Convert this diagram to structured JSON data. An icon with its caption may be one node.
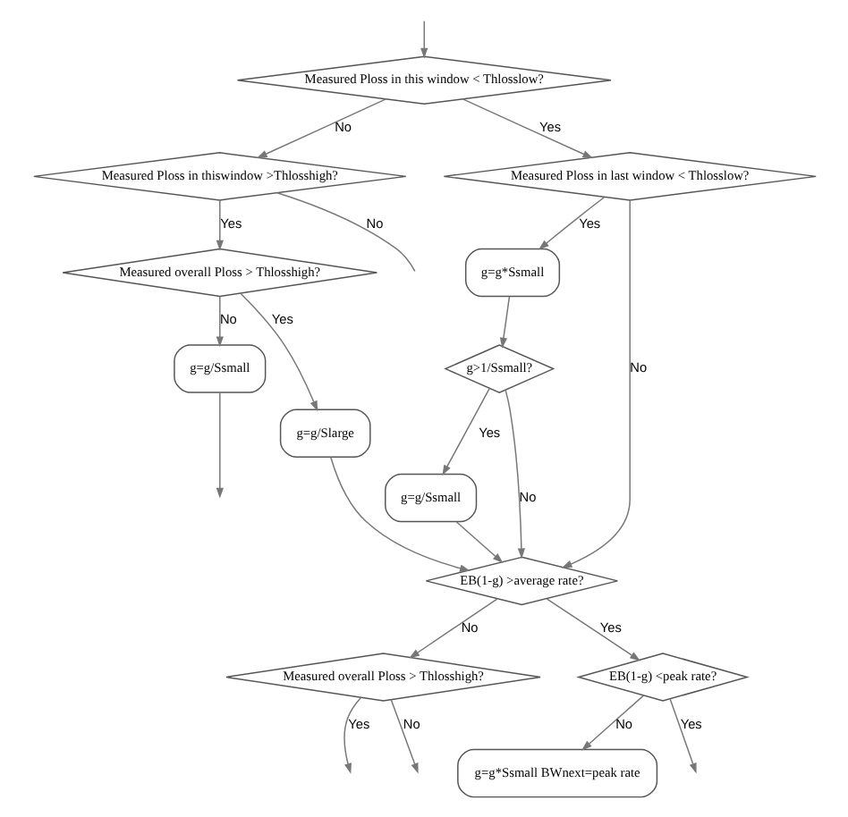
{
  "diagram": {
    "nodes": [
      {
        "text": [
          "Measured Ploss in this window < Thlosslow?"
        ]
      },
      {
        "text": [
          "Measured Ploss in thiswindow >Thlosshigh?"
        ]
      },
      {
        "text": [
          "Measured Ploss in last window < Thlosslow?"
        ]
      },
      {
        "text": [
          "Measured overall Ploss > Thlosshigh?"
        ]
      },
      {
        "text": [
          "g=g/Ssmall"
        ]
      },
      {
        "text": [
          "g=g*Ssmall"
        ]
      },
      {
        "text": [
          "g=g/Slarge"
        ]
      },
      {
        "text": [
          "g>1/Ssmall?"
        ]
      },
      {
        "text": [
          "g=g/Ssmall"
        ]
      },
      {
        "text": [
          "EB(1-g) >average rate?"
        ]
      },
      {
        "text": [
          "Measured overall Ploss > Thlosshigh?"
        ]
      },
      {
        "text": [
          "EB(1-g) <peak rate?"
        ]
      },
      {
        "text": [
          "g=g*Ssmall BWnext=peak rate"
        ]
      }
    ],
    "edges": [
      {
        "from": null,
        "to": 0,
        "arrow": "to"
      },
      {
        "from": 0,
        "to": 1,
        "arrow": "to",
        "label": "No"
      },
      {
        "from": 0,
        "to": 2,
        "arrow": "to",
        "label": "Yes"
      },
      {
        "from": 1,
        "to": null,
        "arrow": "none",
        "label": "No"
      },
      {
        "from": 1,
        "to": 3,
        "arrow": "to",
        "label": "Yes"
      },
      {
        "from": 2,
        "to": 5,
        "arrow": "to",
        "label": "Yes"
      },
      {
        "from": 2,
        "to": 9,
        "arrow": "to",
        "label": "No"
      },
      {
        "from": 3,
        "to": 4,
        "arrow": "to",
        "label": "No"
      },
      {
        "from": 3,
        "to": 6,
        "arrow": "to",
        "label": "Yes"
      },
      {
        "from": 4,
        "to": null,
        "arrow": "to"
      },
      {
        "from": 5,
        "to": 7,
        "arrow": "to"
      },
      {
        "from": 7,
        "to": 9,
        "arrow": "to",
        "label": "No"
      },
      {
        "from": 7,
        "to": 8,
        "arrow": "to",
        "label": "Yes"
      },
      {
        "from": 8,
        "to": 9,
        "arrow": "to"
      },
      {
        "from": 6,
        "to": 9,
        "arrow": "to"
      },
      {
        "from": 9,
        "to": 10,
        "arrow": "to",
        "label": "No"
      },
      {
        "from": 9,
        "to": 11,
        "arrow": "to",
        "label": "Yes"
      },
      {
        "from": 11,
        "to": 12,
        "arrow": "to",
        "label": "No"
      },
      {
        "from": 11,
        "to": null,
        "arrow": "to",
        "label": "Yes"
      },
      {
        "from": 10,
        "to": null,
        "arrow": "to",
        "label": "Yes"
      },
      {
        "from": 10,
        "to": null,
        "arrow": "to",
        "label": "No"
      }
    ]
  }
}
